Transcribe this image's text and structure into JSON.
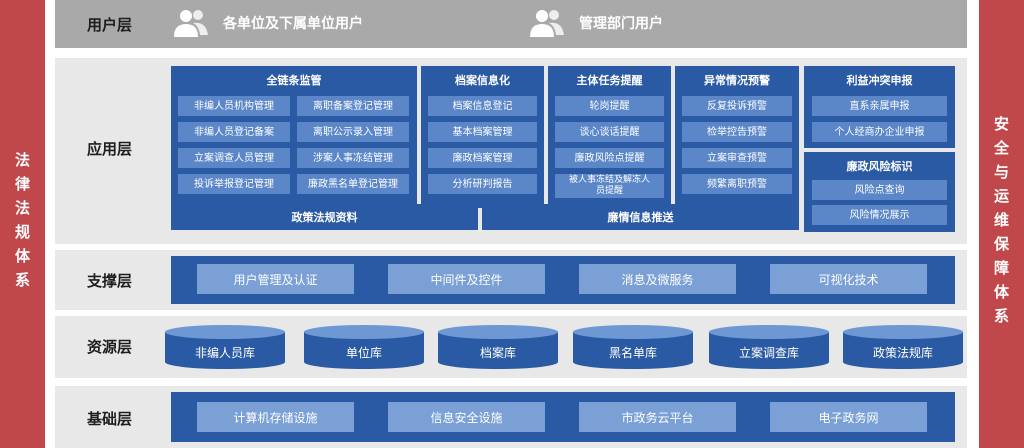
{
  "side_left": "法律法规体系",
  "side_right": "安全与运维保障体系",
  "user_layer": {
    "label": "用户层",
    "groups": [
      "各单位及下属单位用户",
      "管理部门用户"
    ]
  },
  "app_layer": {
    "label": "应用层",
    "columns": [
      {
        "title": "全链条监管",
        "items": [
          "非编人员机构管理",
          "离职备案登记管理",
          "非编人员登记备案",
          "离职公示录入管理",
          "立案调查人员管理",
          "涉案人事冻结管理",
          "投诉举报登记管理",
          "廉政黑名单登记管理"
        ]
      },
      {
        "title": "档案信息化",
        "items": [
          "档案信息登记",
          "基本档案管理",
          "廉政档案管理",
          "分析研判报告"
        ]
      },
      {
        "title": "主体任务提醒",
        "items": [
          "轮岗提醒",
          "谈心谈话提醒",
          "廉政风险点提醒",
          "被人事冻结及解冻人员提醒"
        ]
      },
      {
        "title": "异常情况预警",
        "items": [
          "反复投诉预警",
          "检举控告预警",
          "立案审查预警",
          "频繁离职预警"
        ]
      },
      {
        "title": "利益冲突申报",
        "items": [
          "直系亲属申报",
          "个人经商办企业申报"
        ]
      },
      {
        "title": "廉政风险标识",
        "items": [
          "风险点查询",
          "风险情况展示"
        ]
      }
    ],
    "bottom_bars": [
      "政策法规资料",
      "廉情信息推送"
    ]
  },
  "support_layer": {
    "label": "支撑层",
    "items": [
      "用户管理及认证",
      "中间件及控件",
      "消息及微服务",
      "可视化技术"
    ]
  },
  "resource_layer": {
    "label": "资源层",
    "items": [
      "非编人员库",
      "单位库",
      "档案库",
      "黑名单库",
      "立案调查库",
      "政策法规库"
    ]
  },
  "base_layer": {
    "label": "基础层",
    "items": [
      "计算机存储设施",
      "信息安全设施",
      "市政务云平台",
      "电子政务网"
    ]
  },
  "colors": {
    "side_red": "#c0474a",
    "dark_blue": "#2b5aa4",
    "cell_blue": "#5b87c8",
    "light_blue": "#7aa0d6",
    "band_gray": "#e8e8e8",
    "user_band_gray": "#a9a9a9"
  }
}
